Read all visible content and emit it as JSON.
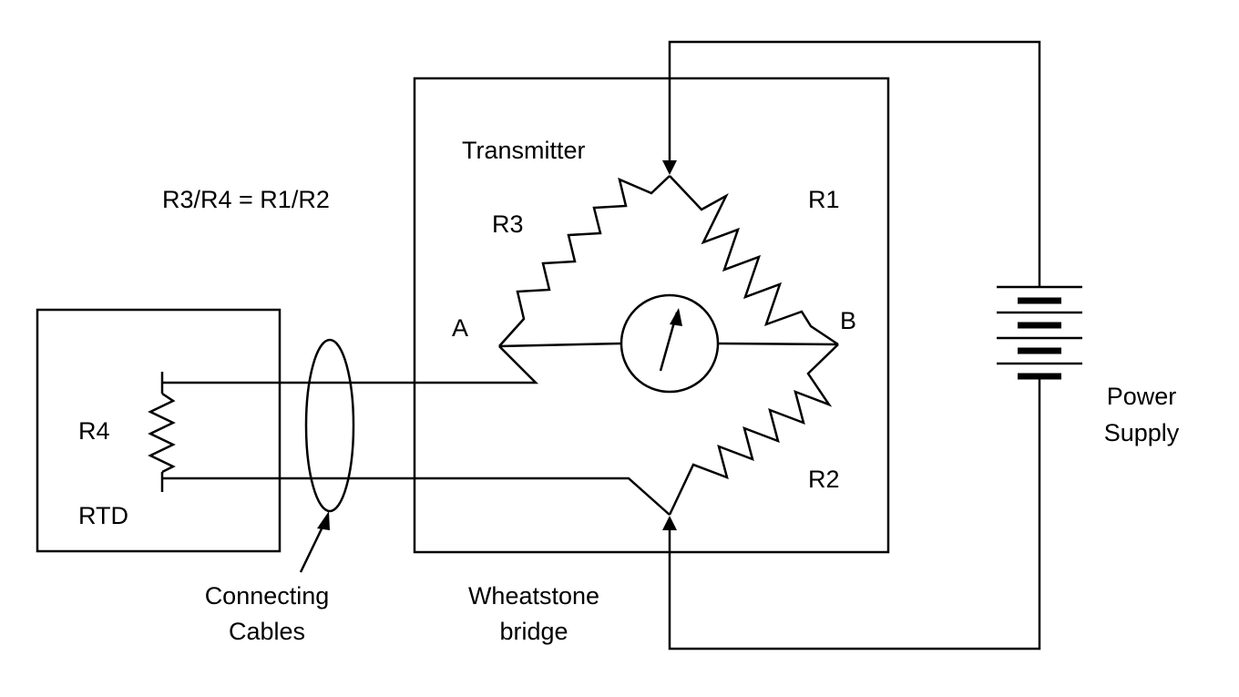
{
  "labels": {
    "transmitter": "Transmitter",
    "ratio": "R3/R4 = R1/R2",
    "r1": "R1",
    "r2": "R2",
    "r3": "R3",
    "r4": "R4",
    "node_a": "A",
    "node_b": "B",
    "rtd": "RTD",
    "power_supply": [
      "Power",
      "Supply"
    ],
    "connecting_cables": [
      "Connecting",
      "Cables"
    ],
    "wheatstone_bridge": [
      "Wheatstone",
      "bridge"
    ]
  },
  "icons": {
    "galvanometer": "galvanometer-icon",
    "battery": "battery-icon",
    "resistor": "resistor-icon"
  }
}
